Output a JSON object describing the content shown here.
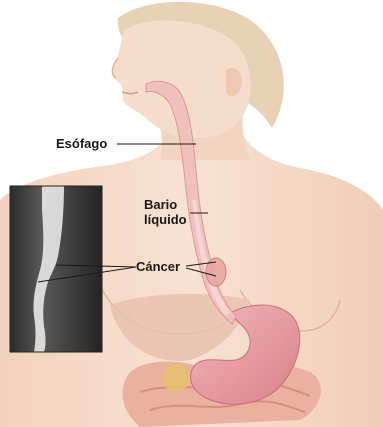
{
  "labels": {
    "esophagus": "Esófago",
    "barium_line1": "Bario",
    "barium_line2": "líquido",
    "cancer": "Cáncer"
  },
  "colors": {
    "skin": "#f6dcc8",
    "skin_shadow": "#e9bfa4",
    "hair": "#e7cdb0",
    "esophagus": "#eeb6b6",
    "stomach": "#e79aa0",
    "intestine": "#e8a797",
    "liver": "#d9a98f",
    "xray_dark": "#3a3a3a",
    "xray_light": "#f2f2f2",
    "leader_line": "#1a1a1a"
  }
}
